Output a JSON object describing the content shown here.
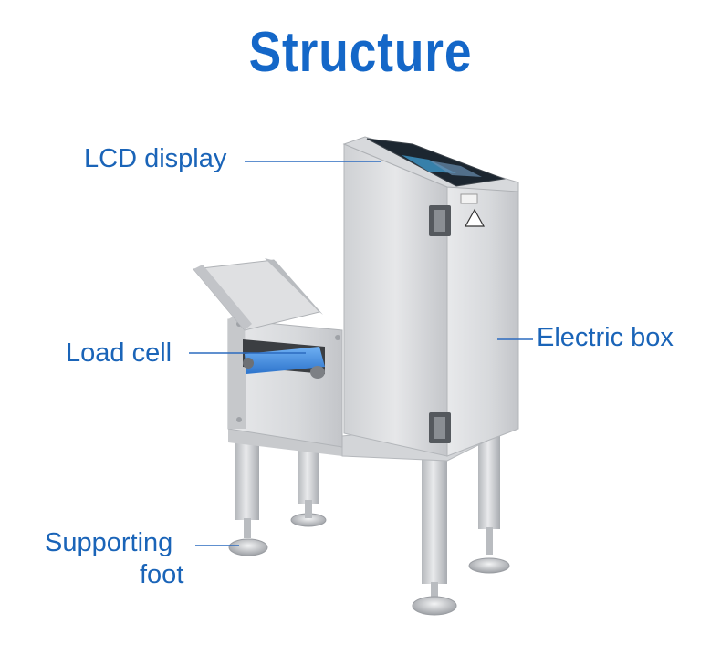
{
  "title": "Structure",
  "labels": {
    "lcd_display": "LCD display",
    "load_cell": "Load cell",
    "electric_box": "Electric box",
    "supporting_foot_line1": "Supporting",
    "supporting_foot_line2": "foot"
  },
  "colors": {
    "label_blue": "#1a64b8",
    "title_blue": "#1467c8",
    "steel_light": "#e3e4e6",
    "steel_mid": "#c9cbce",
    "steel_dark": "#a9acb0",
    "belt_blue": "#3f8fe6",
    "screen_dark": "#1c2630",
    "leader_line": "#2c6bbf"
  }
}
